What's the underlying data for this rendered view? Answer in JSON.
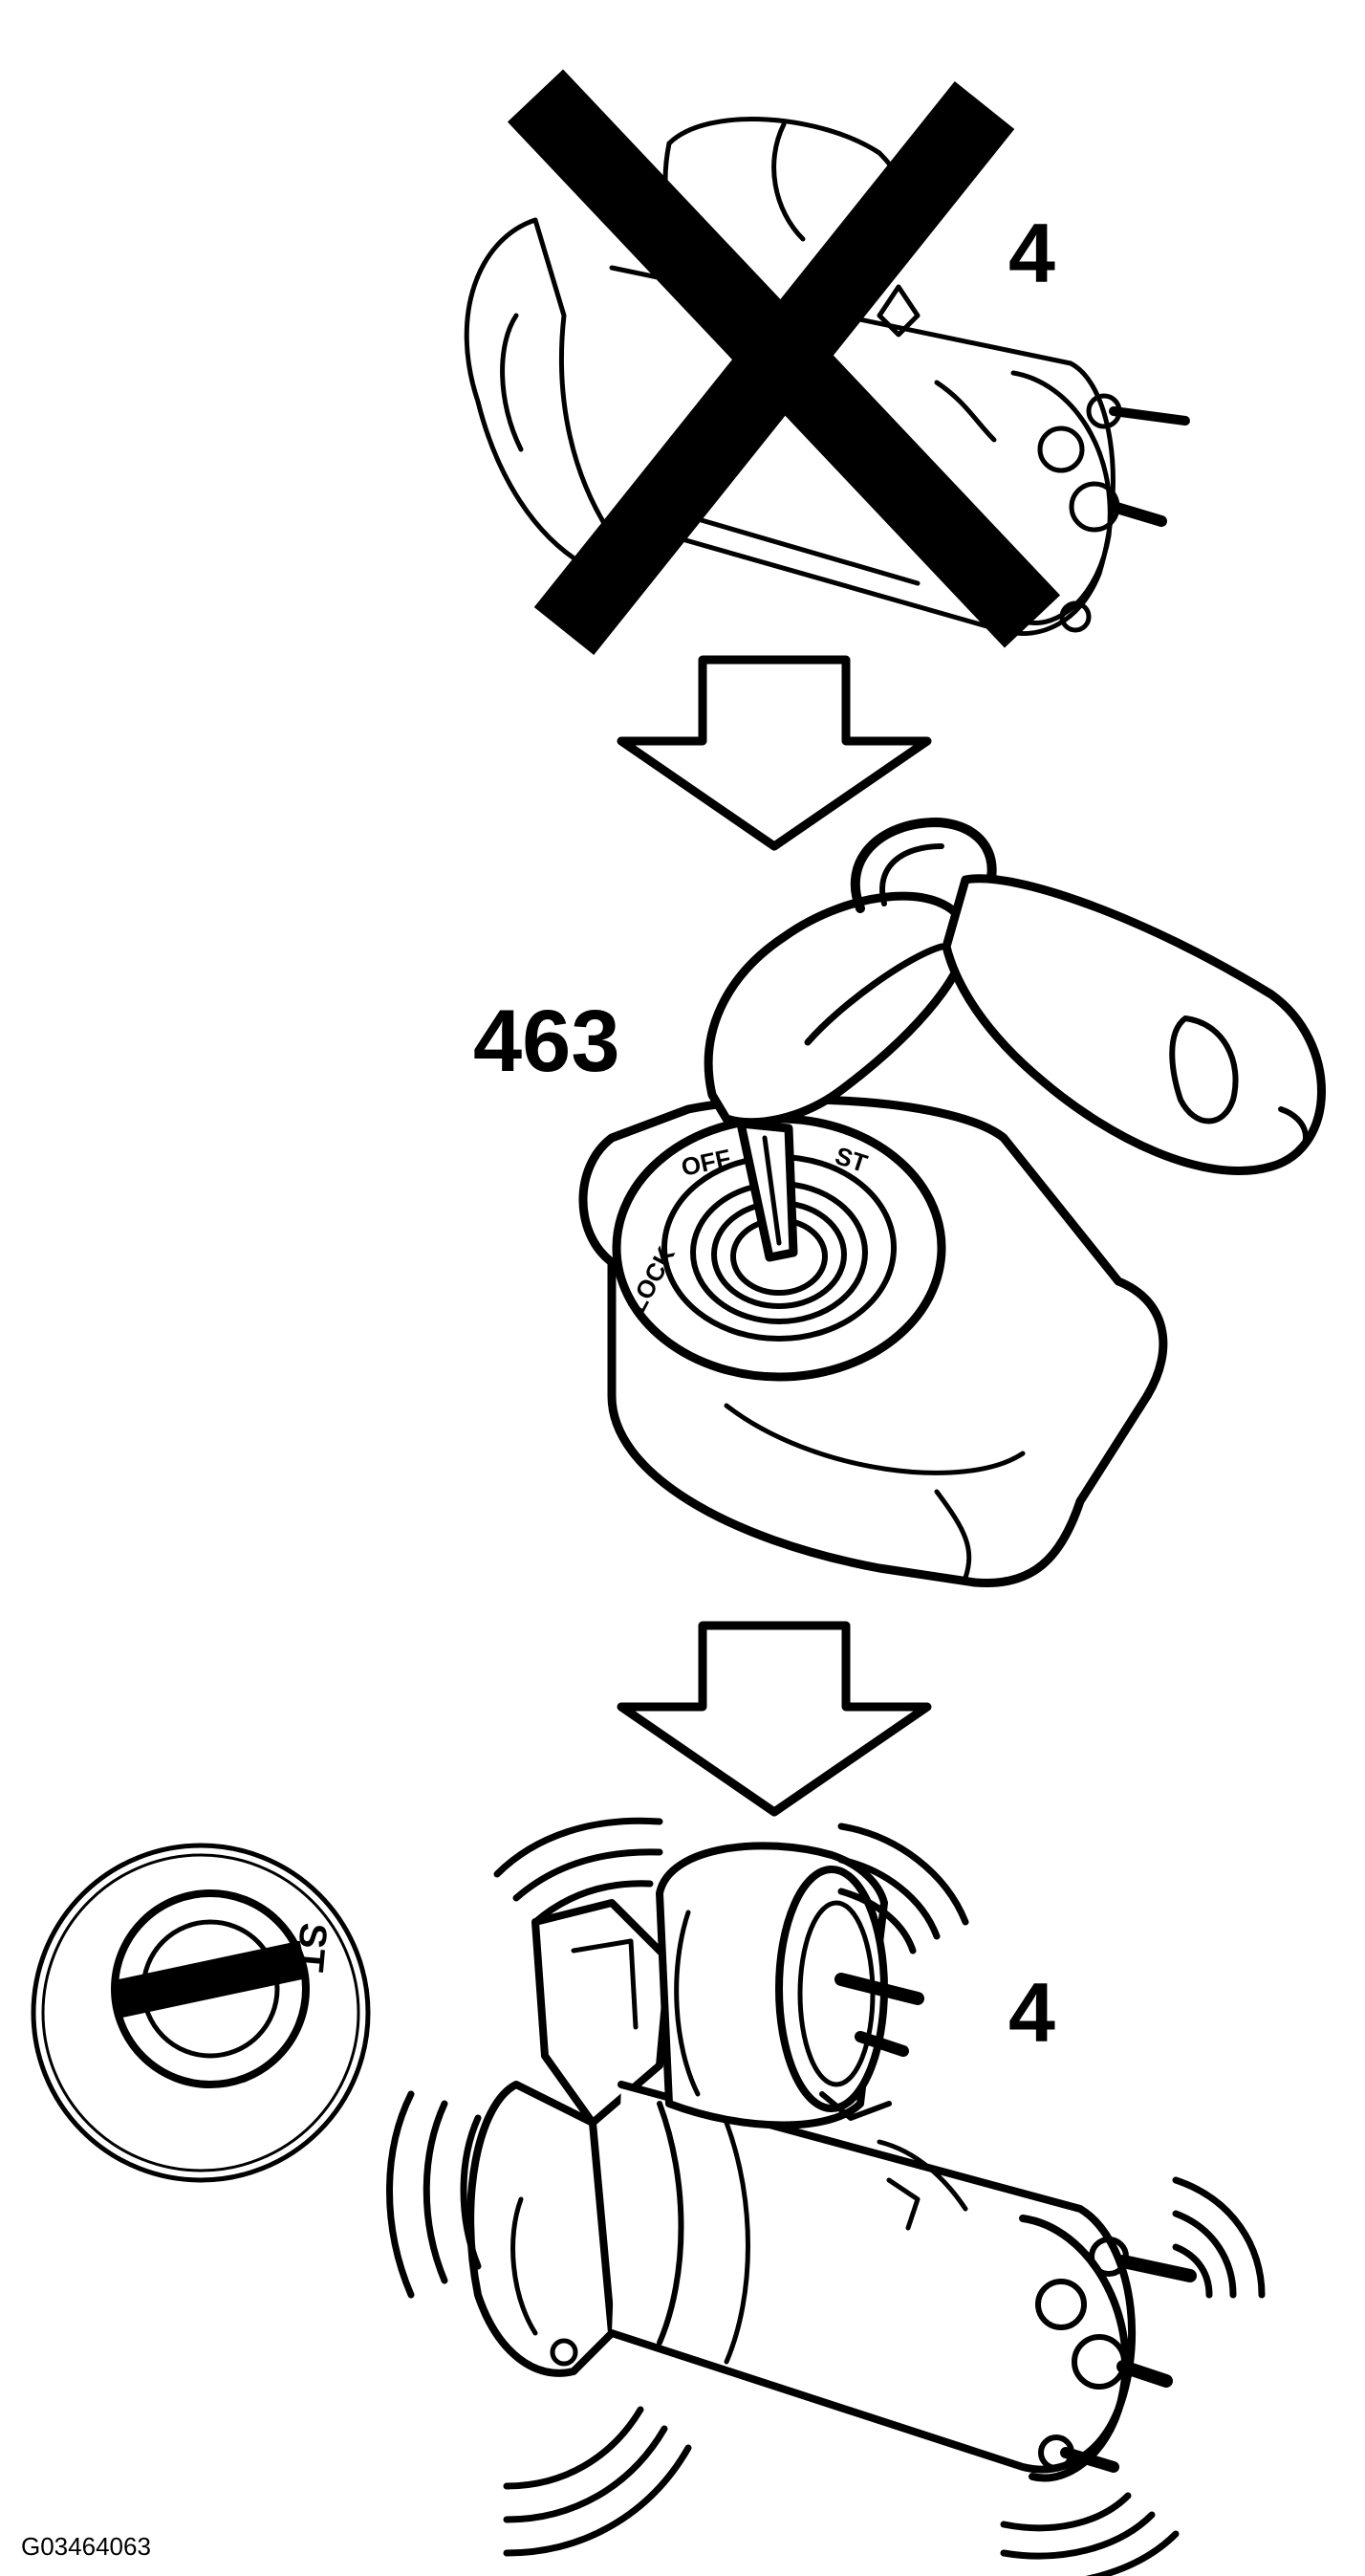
{
  "labels": {
    "top_component_number": "4",
    "key_tool_number": "463",
    "bottom_component_number": "4",
    "figure_code": "G03464063"
  },
  "ignition_dial": {
    "lock": "LOCK",
    "off": "OFF",
    "st": "ST"
  },
  "st_position_dial": {
    "st": "ST"
  },
  "colors": {
    "ink": "#000000",
    "paper": "#ffffff"
  },
  "icons": [
    "cross-out-icon",
    "arrow-down-icon",
    "vibration-icon"
  ]
}
